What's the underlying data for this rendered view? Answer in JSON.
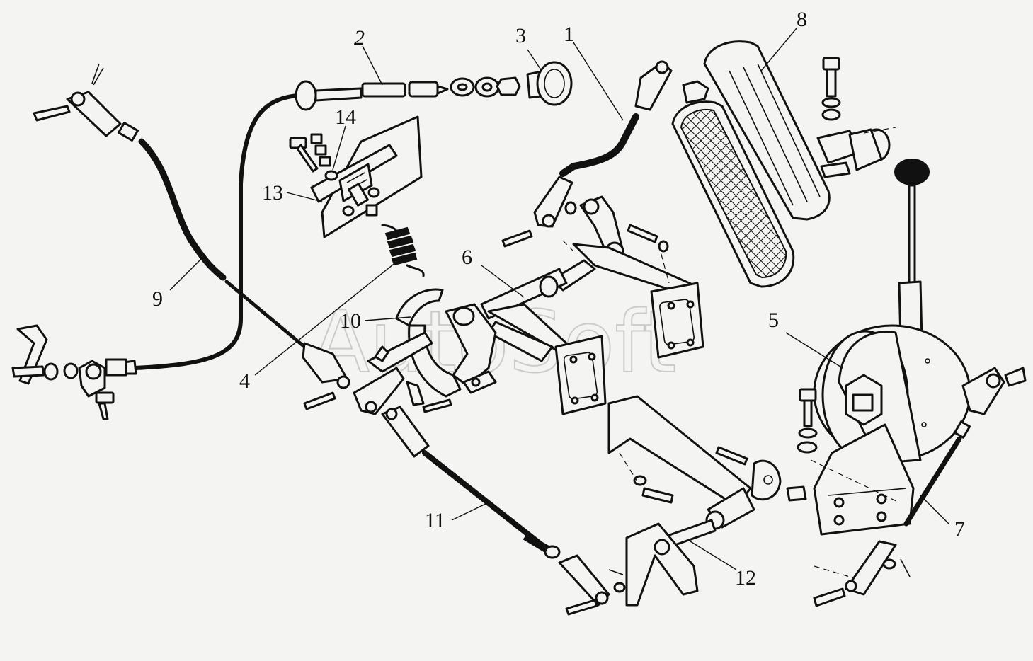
{
  "watermark": "AutoSoft",
  "callouts": [
    {
      "id": "c1",
      "text": "1"
    },
    {
      "id": "c2",
      "text": "2"
    },
    {
      "id": "c3",
      "text": "3"
    },
    {
      "id": "c4",
      "text": "4"
    },
    {
      "id": "c5",
      "text": "5"
    },
    {
      "id": "c6",
      "text": "6"
    },
    {
      "id": "c7",
      "text": "7"
    },
    {
      "id": "c8",
      "text": "8"
    },
    {
      "id": "c9",
      "text": "9"
    },
    {
      "id": "c10",
      "text": "10"
    },
    {
      "id": "c11",
      "text": "11"
    },
    {
      "id": "c12",
      "text": "12"
    },
    {
      "id": "c13",
      "text": "13"
    },
    {
      "id": "c14",
      "text": "14"
    }
  ]
}
